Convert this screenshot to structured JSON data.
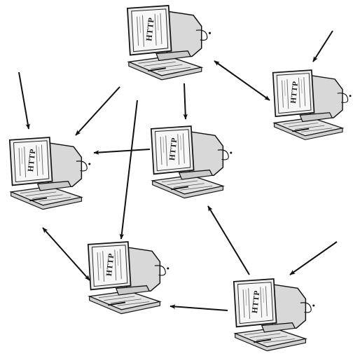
{
  "computers": [
    {
      "id": "top",
      "screen_label": "HTTP"
    },
    {
      "id": "right",
      "screen_label": "HTTP"
    },
    {
      "id": "left",
      "screen_label": "HTTP"
    },
    {
      "id": "center",
      "screen_label": "HTTP"
    },
    {
      "id": "bottom-left",
      "screen_label": "HTTP"
    },
    {
      "id": "bottom-right",
      "screen_label": "HTTP"
    }
  ],
  "connections": [
    {
      "from": "external",
      "to": "left"
    },
    {
      "from": "top",
      "to": "left"
    },
    {
      "from": "top",
      "to": "center"
    },
    {
      "from": "top",
      "to": "bottom-left"
    },
    {
      "from": "top",
      "to": "right",
      "bidirectional": true
    },
    {
      "from": "external",
      "to": "right"
    },
    {
      "from": "center",
      "to": "left"
    },
    {
      "from": "bottom-right",
      "to": "center"
    },
    {
      "from": "bottom-right",
      "to": "bottom-left"
    },
    {
      "from": "external",
      "to": "bottom-right"
    },
    {
      "from": "left",
      "to": "bottom-left",
      "bidirectional": true
    }
  ],
  "colors": {
    "line": "#111111",
    "monitor_body": "#e6e6e6",
    "paper": "#f7f7f7",
    "shadow": "#bdbdbd"
  }
}
